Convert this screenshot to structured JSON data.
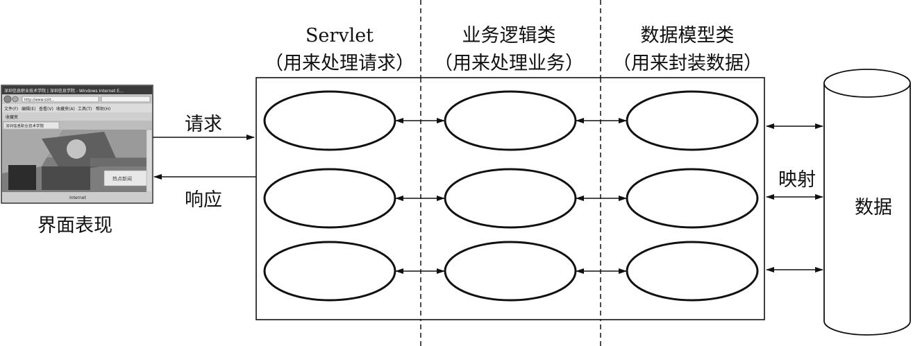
{
  "columns": [
    {
      "title": "Servlet",
      "subtitle": "（用来处理请求）"
    },
    {
      "title": "业务逻辑类",
      "subtitle": "（用来处理业务）"
    },
    {
      "title": "数据模型类",
      "subtitle": "（用来封装数据）"
    }
  ],
  "left": {
    "caption": "界面表现",
    "request_label": "请求",
    "response_label": "响应",
    "browser": {
      "title": "深圳信息职业技术学院 | 深圳信息学院 - Windows Internet E...",
      "address": "http://www.sziit...",
      "menu": [
        "文件(F)",
        "编辑(E)",
        "查看(V)",
        "收藏夹(A)",
        "工具(T)",
        "帮助(H)"
      ],
      "favorites": "收藏夹",
      "tab": "深圳信息职业技术学院",
      "notice": "热点新闻",
      "status": "Internet"
    }
  },
  "right": {
    "mapping_label": "映射",
    "db_label": "数据"
  }
}
